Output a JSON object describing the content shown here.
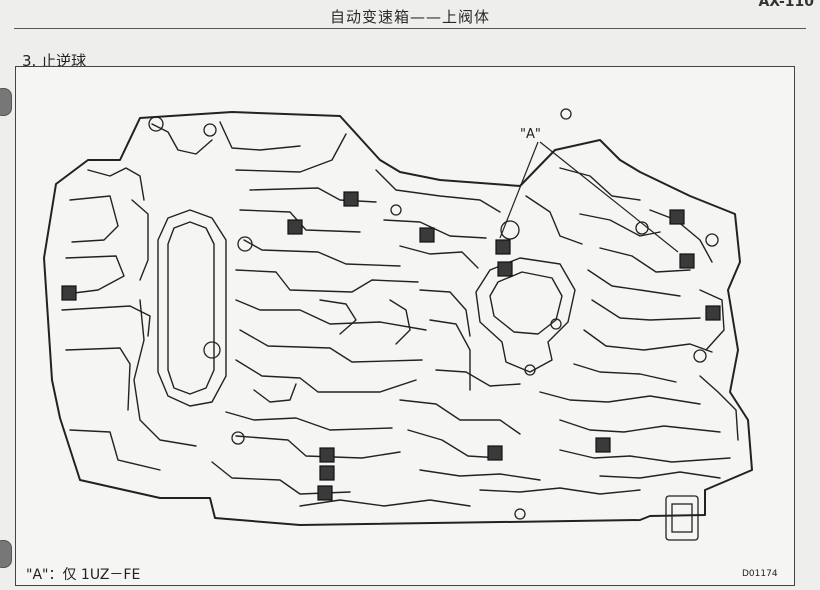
{
  "header": {
    "title": "自动变速箱——上阀体",
    "page_code": "AX-110"
  },
  "section": {
    "title": "3.  止逆球"
  },
  "figure": {
    "callout_label": "\"A\"",
    "footnote": "\"A\"：仅 1UZ－FE",
    "figure_code": "D01174",
    "check_ball_color": "#3a3a3a",
    "line_color": "#222222"
  }
}
